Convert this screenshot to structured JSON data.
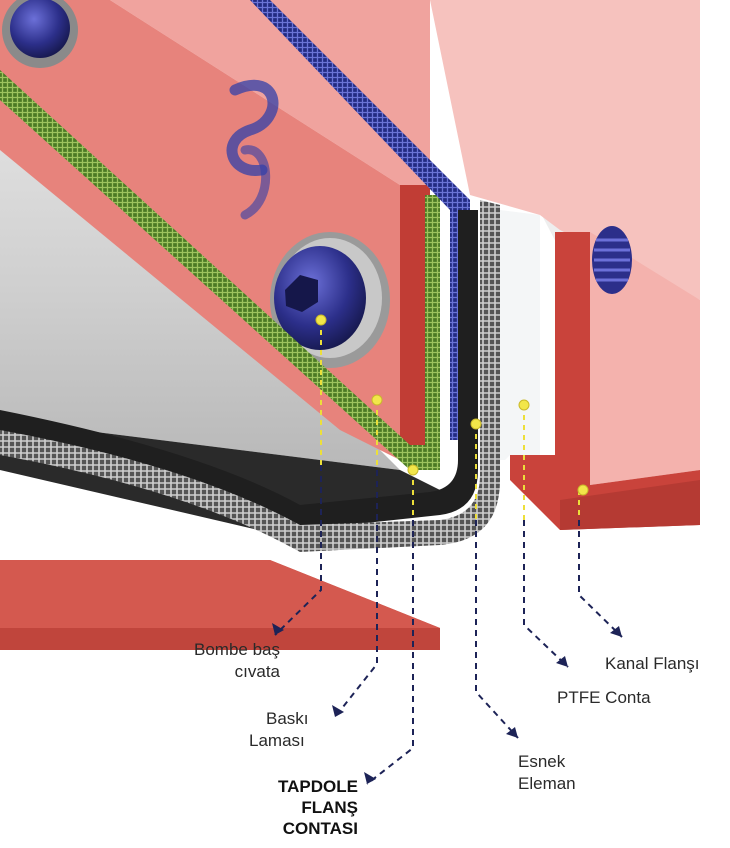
{
  "labels": {
    "bolt": [
      "Bombe baş",
      "cıvata"
    ],
    "pressure_bar": [
      "Baskı",
      "Laması"
    ],
    "gasket": [
      "TAPDOLE",
      "FLANŞ",
      "CONTASI"
    ],
    "flex_element": [
      "Esnek",
      "Eleman"
    ],
    "ptfe": "PTFE Conta",
    "duct_flange": "Kanal Flanşı"
  },
  "colors": {
    "flange_red": "#c9433b",
    "flange_pink": "#f3b4b0",
    "mesh_green": "#6f9b3a",
    "mesh_blue": "#3340a8",
    "rubber_black": "#222222",
    "bolt_blue": "#2c2f8a",
    "ptfe_white": "#f4f6f7",
    "marker_yellow": "#f2e64a",
    "arrow_navy": "#1d2357"
  },
  "icons": [
    "logo-mark",
    "hex-bolt-icon",
    "threaded-stud-icon"
  ]
}
